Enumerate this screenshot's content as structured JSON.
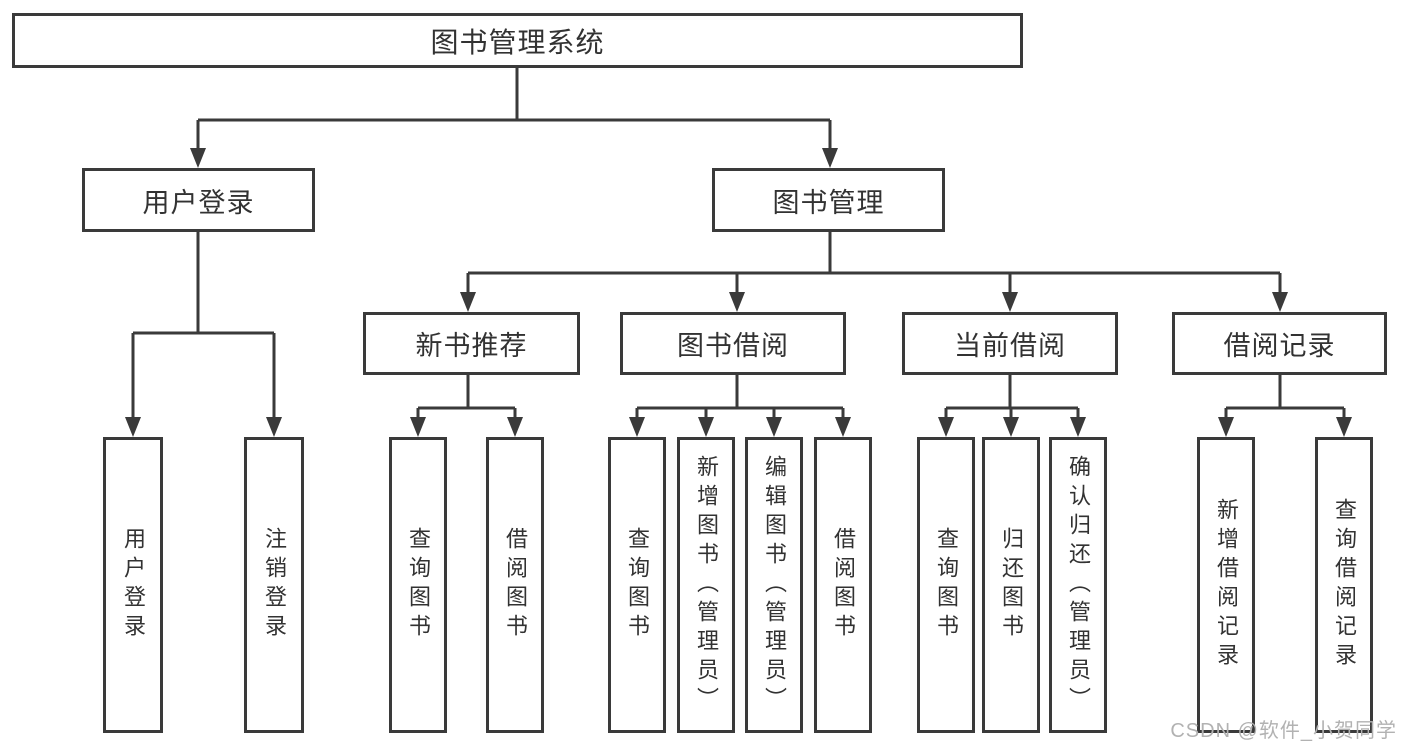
{
  "palette": {
    "line": "#3a3a3a",
    "ink": "#323232",
    "bg": "#ffffff",
    "watermark": "#b2b2b2"
  },
  "diagram": {
    "root": {
      "label": "图书管理系统",
      "children": [
        {
          "label": "用户登录",
          "children": [
            {
              "label": "用户登录"
            },
            {
              "label": "注销登录"
            }
          ]
        },
        {
          "label": "图书管理",
          "children": [
            {
              "label": "新书推荐",
              "children": [
                {
                  "label": "查询图书"
                },
                {
                  "label": "借阅图书"
                }
              ]
            },
            {
              "label": "图书借阅",
              "children": [
                {
                  "label": "查询图书"
                },
                {
                  "label": "新增图书（管理员）"
                },
                {
                  "label": "编辑图书（管理员）"
                },
                {
                  "label": "借阅图书"
                }
              ]
            },
            {
              "label": "当前借阅",
              "children": [
                {
                  "label": "查询图书"
                },
                {
                  "label": "归还图书"
                },
                {
                  "label": "确认归还（管理员）"
                }
              ]
            },
            {
              "label": "借阅记录",
              "children": [
                {
                  "label": "新增借阅记录"
                },
                {
                  "label": "查询借阅记录"
                }
              ]
            }
          ]
        }
      ]
    }
  },
  "watermark": {
    "text": "CSDN @软件_小贺同学"
  }
}
